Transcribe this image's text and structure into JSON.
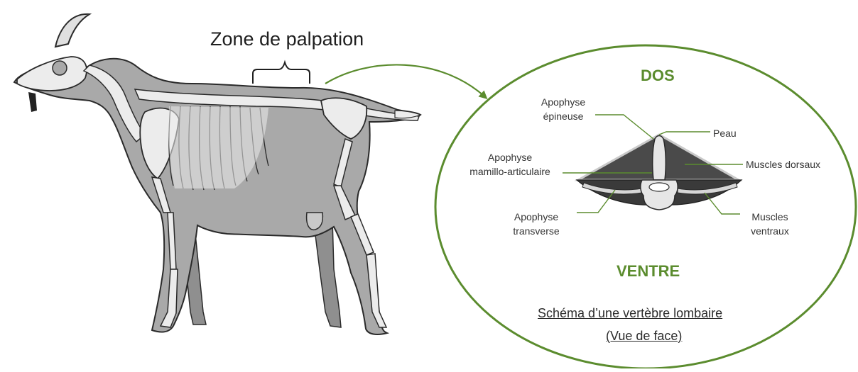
{
  "colors": {
    "accent": "#5b8c2e",
    "silhouette": "#a9a9a9",
    "bone": "#f3f3f3",
    "dark_muscle": "#4a4a4a",
    "outline": "#2a2a2a"
  },
  "labels": {
    "zone": "Zone de palpation",
    "dos": "DOS",
    "ventre": "VENTRE",
    "epineuse_line1": "Apophyse",
    "epineuse_line2": "épineuse",
    "mamillo_line1": "Apophyse",
    "mamillo_line2": "mamillo-articulaire",
    "transverse_line1": "Apophyse",
    "transverse_line2": "transverse",
    "peau": "Peau",
    "dorsaux": "Muscles dorsaux",
    "ventraux_line1": "Muscles",
    "ventraux_line2": "ventraux",
    "title_line1": "Schéma d’une vertèbre lombaire",
    "title_line2": "(Vue de face)"
  }
}
